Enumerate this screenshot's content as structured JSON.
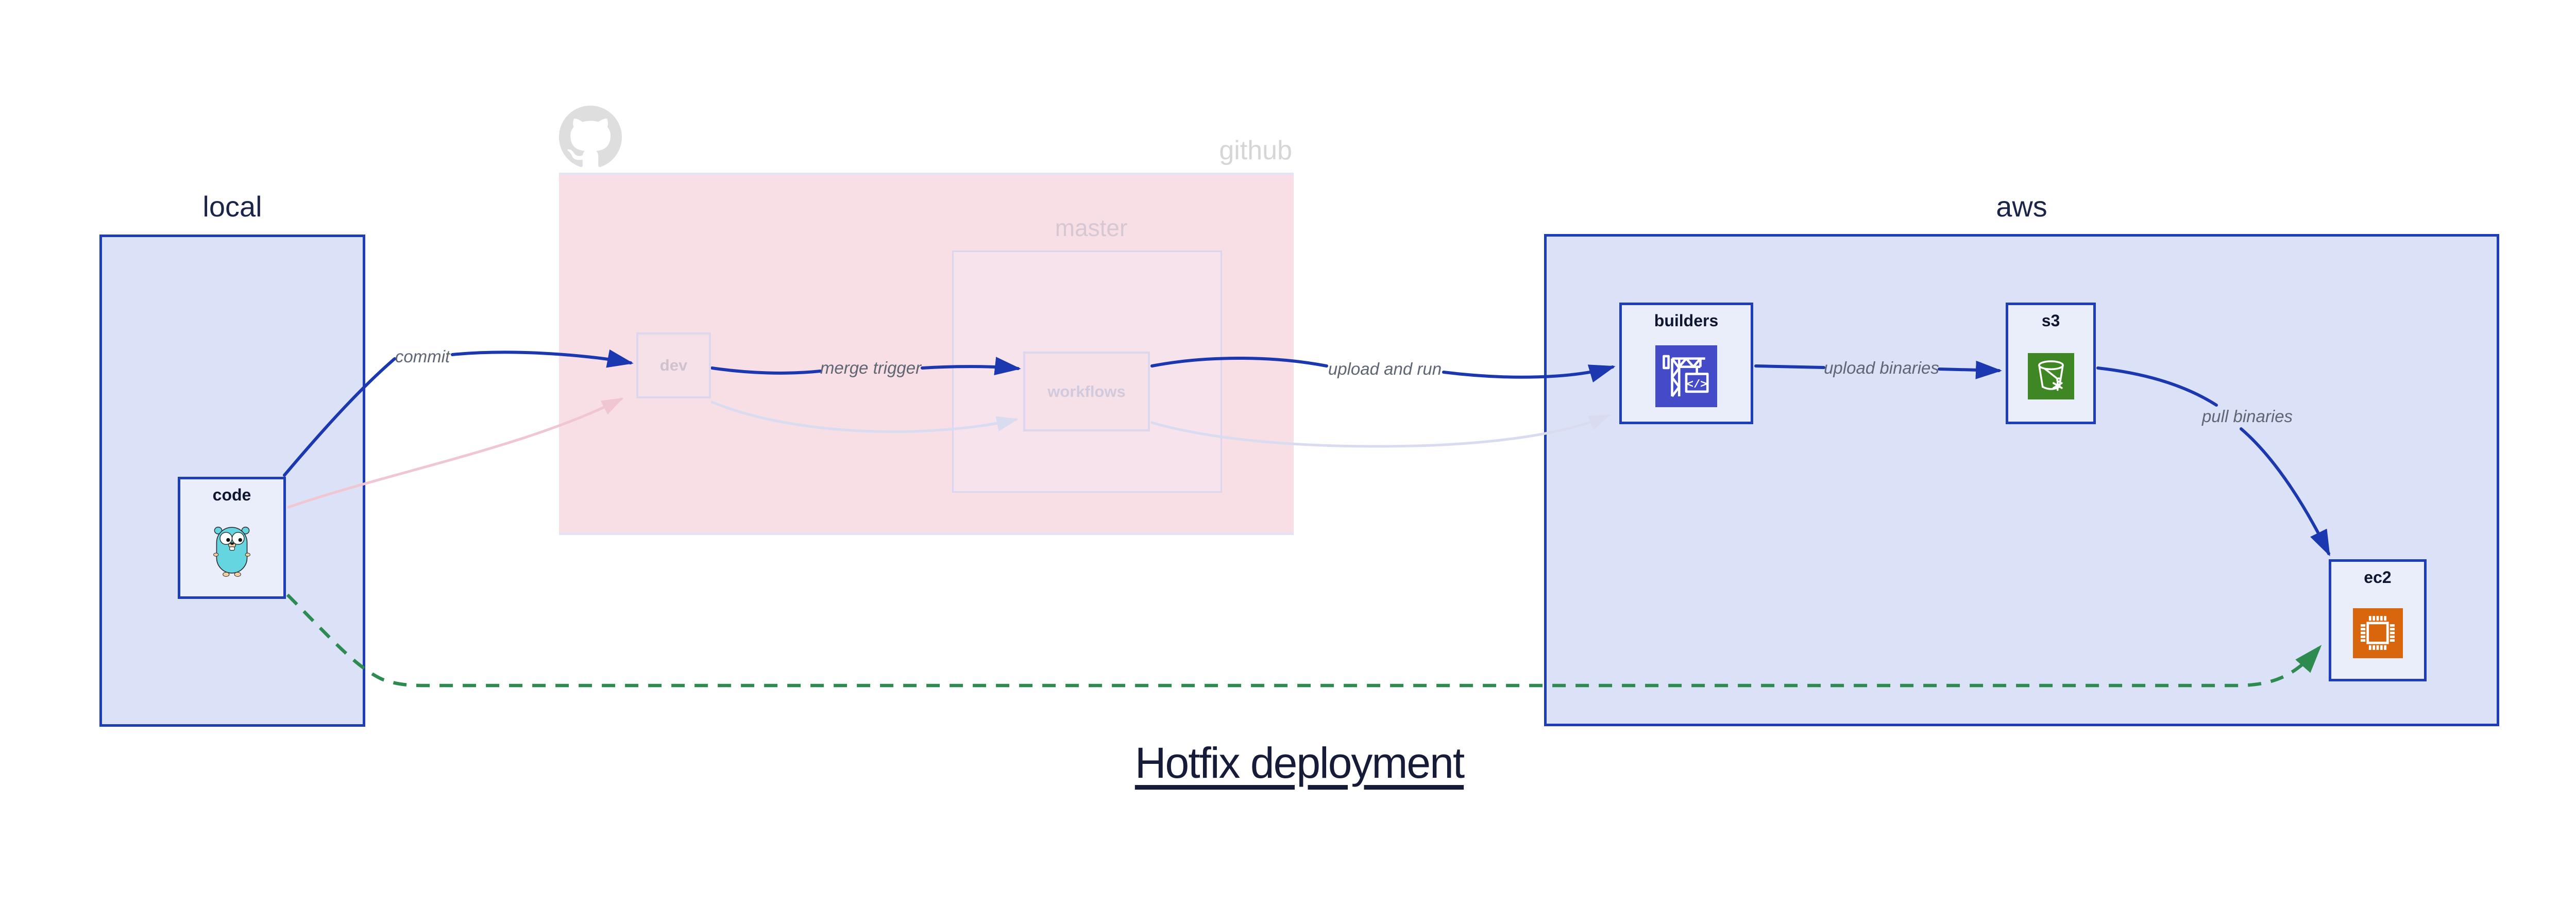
{
  "title": {
    "text": "Hotfix deployment"
  },
  "containers": {
    "local": {
      "label": "local"
    },
    "github": {
      "label": "github"
    },
    "master": {
      "label": "master"
    },
    "aws": {
      "label": "aws"
    }
  },
  "nodes": {
    "code": {
      "label": "code",
      "icon": "go-gopher"
    },
    "dev": {
      "label": "dev"
    },
    "workflows": {
      "label": "workflows"
    },
    "builders": {
      "label": "builders",
      "icon": "aws-codebuild-crane"
    },
    "s3": {
      "label": "s3",
      "icon": "aws-s3-glacier-bucket"
    },
    "ec2": {
      "label": "ec2",
      "icon": "aws-ec2-chip"
    }
  },
  "edges": {
    "commit": {
      "label": "commit",
      "from": "code",
      "to": "dev",
      "style": "solid-blue"
    },
    "merge_trigger": {
      "label": "merge trigger",
      "from": "dev",
      "to": "workflows",
      "style": "solid-blue"
    },
    "upload_and_run": {
      "label": "upload and run",
      "from": "workflows",
      "to": "builders",
      "style": "solid-blue"
    },
    "upload_binaries": {
      "label": "upload binaries",
      "from": "builders",
      "to": "s3",
      "style": "solid-blue"
    },
    "pull_binaries": {
      "label": "pull binaries",
      "from": "s3",
      "to": "ec2",
      "style": "solid-blue"
    },
    "hotfix_path": {
      "label": "",
      "from": "code",
      "to": "ec2",
      "style": "dashed-green"
    },
    "faded_code_to_dev": {
      "label": "",
      "from": "code",
      "to": "dev",
      "style": "faded-pink"
    },
    "faded_dev_to_workflows": {
      "label": "",
      "from": "dev",
      "to": "workflows",
      "style": "faded-lavender"
    },
    "faded_workflows_to_builders": {
      "label": "",
      "from": "workflows",
      "to": "builders",
      "style": "faded-lavender"
    }
  },
  "icons": {
    "github_logo": "github-octocat"
  },
  "colors": {
    "primary_blue": "#1d3eb8",
    "arrow_blue": "#1b38b0",
    "container_fill": "#dbe2f8",
    "node_fill": "#eaeefb",
    "github_fill": "#f8dee5",
    "master_fill": "#f7e3eb",
    "faded_border": "#ddd6ef",
    "faded_label": "#cdc2cd",
    "edge_label_gray": "#5e6673",
    "hotfix_green": "#2e8b50",
    "faded_pink_line": "#f0c6d3",
    "faded_lavender_line": "#d9dcf0",
    "codebuild_indigo": "#444bc9",
    "s3_green": "#3f8724",
    "ec2_orange": "#d9660d",
    "title_navy": "#161b38",
    "github_gray": "#d7d6d6",
    "gopher_teal": "#65d5e0"
  }
}
